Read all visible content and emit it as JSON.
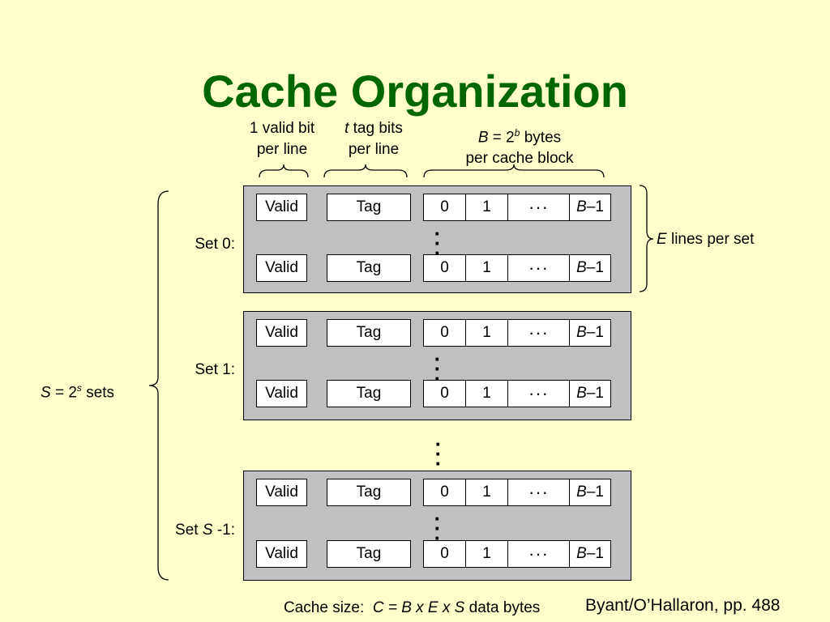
{
  "title": "Cache Organization",
  "annotations": {
    "valid_line1": "1 valid bit",
    "valid_line2": "per line",
    "tag_var": "t",
    "tag_rest": " tag bits",
    "tag_line2": "per line",
    "block_var_b": "B",
    "block_eq": " = 2",
    "block_exp": "b",
    "block_unit": " bytes",
    "block_line2": "per cache block",
    "lines_var": "E",
    "lines_rest": " lines per set",
    "sets_var": "S",
    "sets_eq": " = 2",
    "sets_exp": "s",
    "sets_rest": " sets"
  },
  "line_cells": {
    "valid": "Valid",
    "tag": "Tag",
    "byte0": "0",
    "byte1": "1",
    "ellipsis": "···",
    "last_var": "B",
    "last_rest": "–1"
  },
  "sets": [
    {
      "label_pre": "Set 0:",
      "label_var": "",
      "label_post": ""
    },
    {
      "label_pre": "Set 1:",
      "label_var": "",
      "label_post": ""
    },
    {
      "label_pre": "Set ",
      "label_var": "S",
      "label_post": " -1:"
    }
  ],
  "vdots": "·\n·\n·",
  "footer": {
    "prefix": "Cache size:  ",
    "formula": "C = B x E x S",
    "suffix": " data bytes"
  },
  "credit": "Byant/O’Hallaron, pp. 488"
}
